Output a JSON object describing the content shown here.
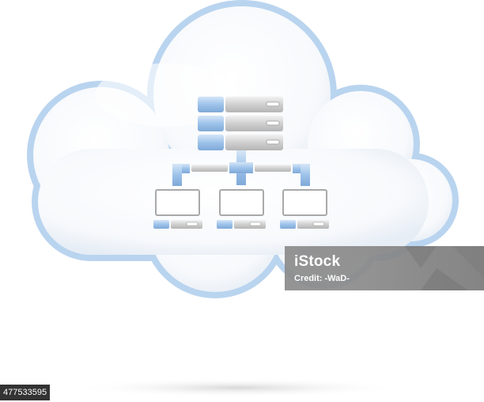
{
  "watermark": {
    "logo_text": "iStock",
    "credit_text": "Credit: -WaD-"
  },
  "stock_id": "477533595",
  "colors": {
    "cloud_outline": "#b7d3ef",
    "cloud_fill": "#f4f7fb",
    "accent_blue": "#8fb8e6",
    "server_gray": "#c9c9c9",
    "monitor_outline": "#a9a9a9"
  },
  "icons": {
    "cloud": "cloud-icon",
    "server": "server-rack-icon",
    "network": "network-tree-icon",
    "computer": "desktop-computer-icon"
  }
}
